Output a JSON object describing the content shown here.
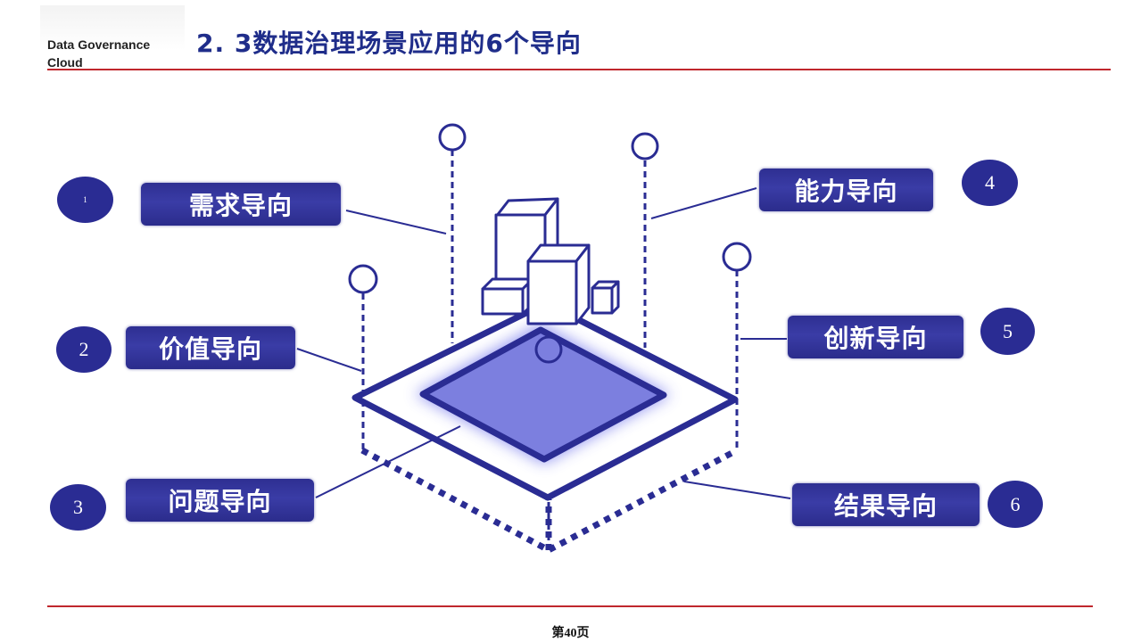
{
  "brand": {
    "line1": "Data Governance",
    "line2": "Cloud"
  },
  "title": "2. 3数据治理场景应用的6个导向",
  "page_number": "第40页",
  "colors": {
    "accent_red": "#c0272d",
    "navy": "#2a2c93",
    "diagram_fill": "#7c7fdf",
    "title": "#1f2d8a"
  },
  "orientations": [
    {
      "number": "1",
      "label": "需求导向"
    },
    {
      "number": "2",
      "label": "价值导向"
    },
    {
      "number": "3",
      "label": "问题导向"
    },
    {
      "number": "4",
      "label": "能力导向"
    },
    {
      "number": "5",
      "label": "创新导向"
    },
    {
      "number": "6",
      "label": "结果导向"
    }
  ]
}
